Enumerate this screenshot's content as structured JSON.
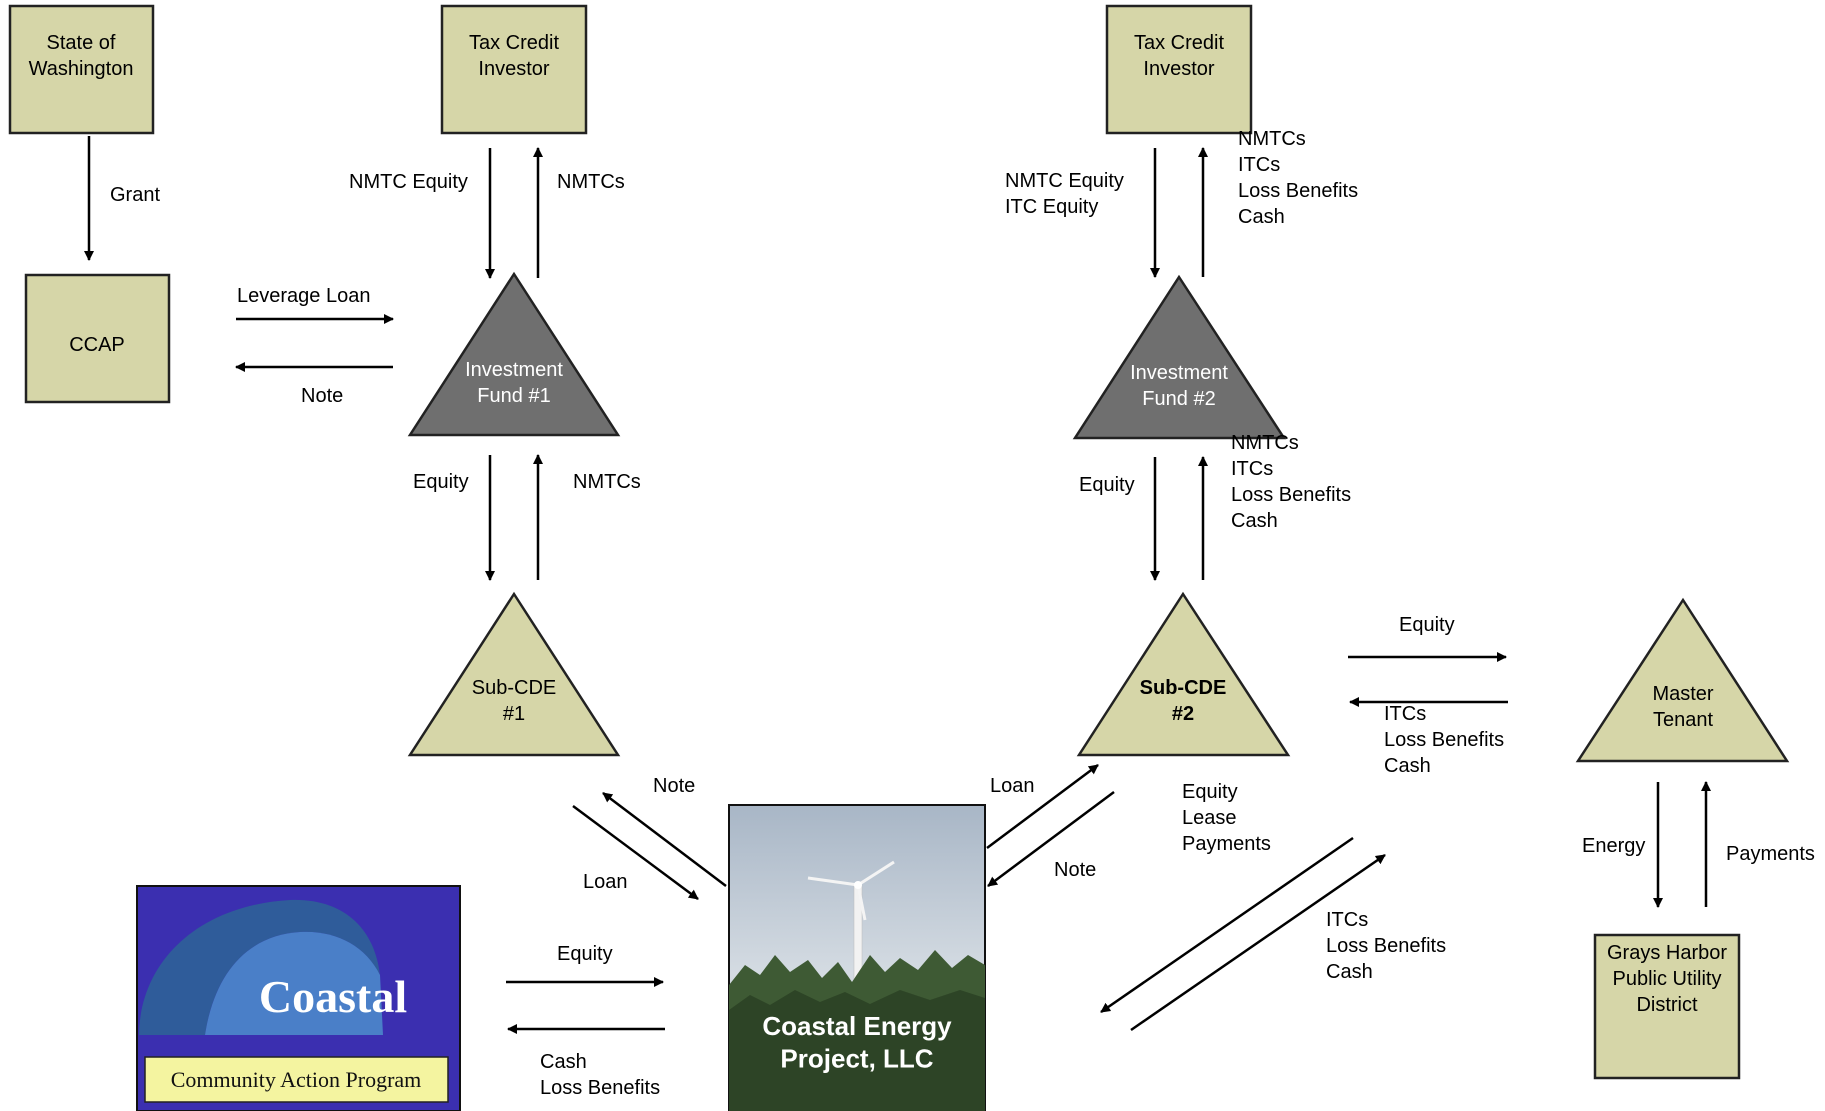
{
  "colors": {
    "box_fill": "#d6d6a8",
    "box_stroke": "#222222",
    "fund_fill": "#6f6f6f",
    "fund_text": "#ffffff",
    "arrow": "#000000",
    "logo_bg": "#3b2fb0",
    "logo_wave": "#2f5c9a",
    "logo_label_bg": "#f4f4a0"
  },
  "nodes": {
    "state": "State of\nWashington",
    "ccap": "CCAP",
    "investor1": "Tax Credit\nInvestor",
    "investor2": "Tax Credit\nInvestor",
    "fund1": "Investment\nFund #1",
    "fund2": "Investment\nFund #2",
    "subcde1": "Sub-CDE\n#1",
    "subcde2": "Sub-CDE\n#2",
    "master": "Master\nTenant",
    "grays": "Grays Harbor\nPublic Utility\nDistrict",
    "project": "Coastal Energy\nProject, LLC"
  },
  "logo": {
    "name": "Coastal",
    "tagline": "Community Action Program"
  },
  "flows": {
    "grant": "Grant",
    "leverage_loan": "Leverage Loan",
    "note_ccap": "Note",
    "nmtc_equity_1": "NMTC Equity",
    "nmtcs_investor1": "NMTCs",
    "equity_fund1": "Equity",
    "nmtcs_fund1": "NMTCs",
    "note_sub1": "Note",
    "loan_sub1": "Loan",
    "equity_coastal": "Equity",
    "cash_loss_coastal": "Cash\nLoss Benefits",
    "nmtc_itc_equity_2": "NMTC Equity\nITC Equity",
    "investor2_returns": "NMTCs\nITCs\nLoss Benefits\nCash",
    "equity_fund2": "Equity",
    "fund2_returns": "NMTCs\nITCs\nLoss Benefits\nCash",
    "loan_sub2": "Loan",
    "note_sub2": "Note",
    "equity_master": "Equity",
    "master_returns": "ITCs\nLoss Benefits\nCash",
    "equity_lease": "Equity\nLease\nPayments",
    "project_returns": "ITCs\nLoss Benefits\nCash",
    "energy": "Energy",
    "payments": "Payments"
  }
}
